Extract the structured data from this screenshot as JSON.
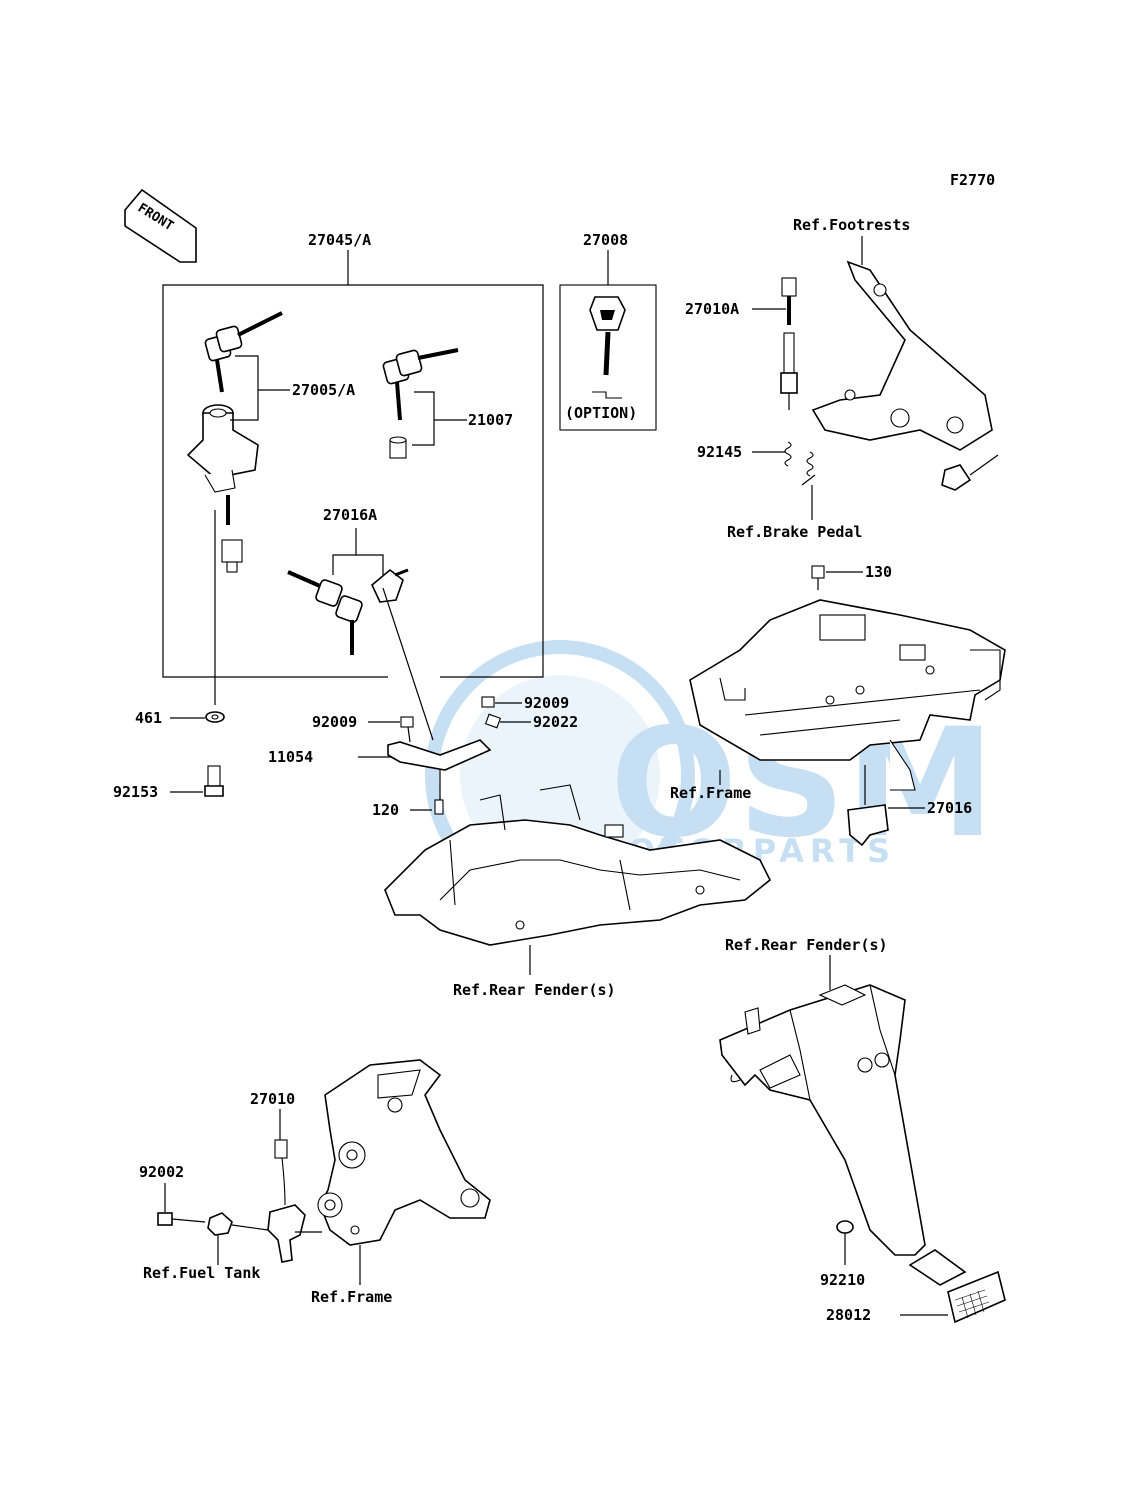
{
  "figure_code": "F2770",
  "front_label": "FRONT",
  "callouts": {
    "c27045A": "27045/A",
    "c27008": "27008",
    "c_ref_footrests": "Ref.Footrests",
    "c27010A": "27010A",
    "c27005A": "27005/A",
    "c21007": "21007",
    "c_option": "(OPTION)",
    "c92145": "92145",
    "c_ref_brake_pedal": "Ref.Brake Pedal",
    "c27016A": "27016A",
    "c130": "130",
    "c461": "461",
    "c92009_a": "92009",
    "c92009_b": "92009",
    "c92022": "92022",
    "c92153": "92153",
    "c11054": "11054",
    "c_ref_frame_top": "Ref.Frame",
    "c27016": "27016",
    "c120": "120",
    "c_ref_rear_fender_right": "Ref.Rear Fender(s)",
    "c_ref_rear_fender_center": "Ref.Rear Fender(s)",
    "c27010": "27010",
    "c92002": "92002",
    "c_ref_fuel_tank": "Ref.Fuel Tank",
    "c_ref_frame_bottom": "Ref.Frame",
    "c92210": "92210",
    "c28012": "28012"
  },
  "watermark": {
    "logo_text": "OSM",
    "sub_text": "MOTORPARTS",
    "color": "#3a8fd6"
  }
}
